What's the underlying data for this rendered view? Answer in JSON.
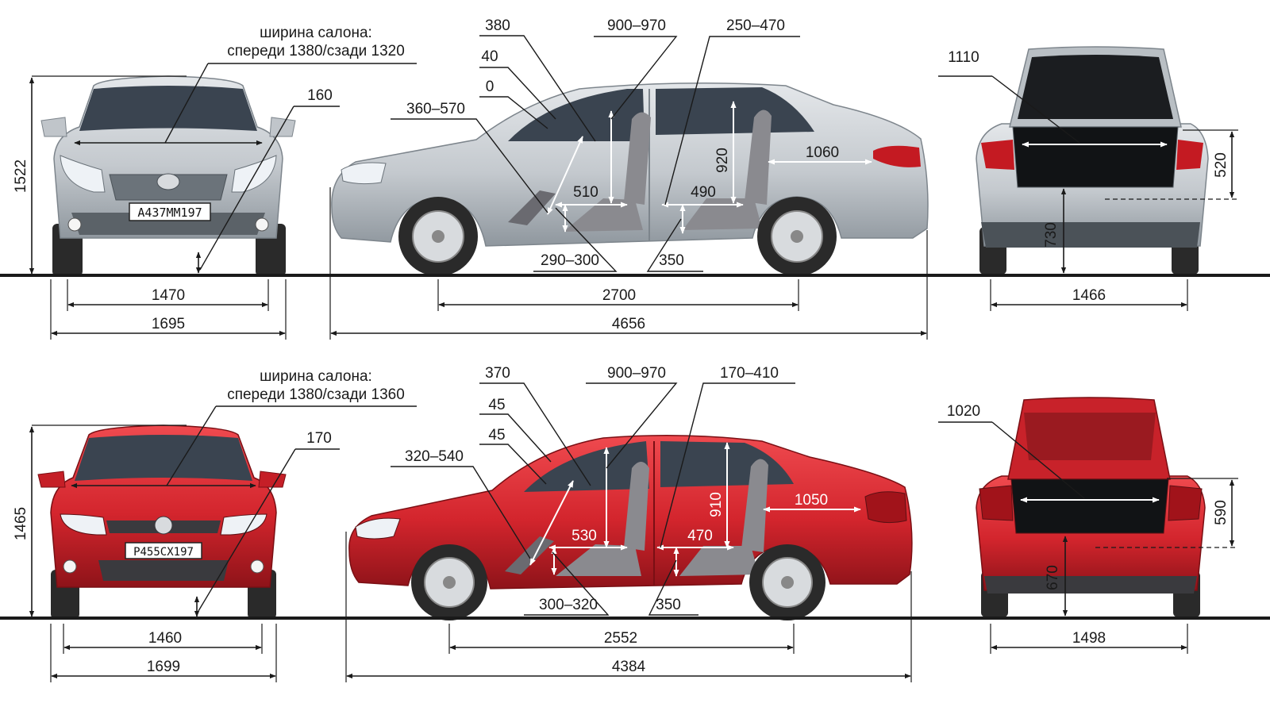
{
  "colors": {
    "silver_body": "#c9ced3",
    "silver_dark": "#8f979e",
    "red_body": "#d3252d",
    "red_dark": "#8e1319",
    "glass": "#3a4450",
    "tyre": "#2a2a2a",
    "rim": "#d8dbde",
    "seat": "#8a8a8f",
    "taillight": "#c41a22",
    "ink": "#1a1a1a"
  },
  "nissan": {
    "cabin_width_title": "ширина салона:",
    "cabin_width_values": "спереди 1380/сзади 1320",
    "plate": "А437ММ197",
    "front": {
      "height": "1522",
      "ground_clearance": "160",
      "track": "1470",
      "width": "1695"
    },
    "side": {
      "headroom_front": "380",
      "angle_a": "40",
      "angle_b": "0",
      "pedal_to_seat": "360–570",
      "front_seat_height": "900–970",
      "rear_legroom": "250–470",
      "rear_seat_height": "920",
      "boot_length": "1060",
      "front_cushion": "510",
      "rear_cushion": "490",
      "front_seat_floor": "290–300",
      "rear_seat_floor": "350",
      "wheelbase": "2700",
      "length": "4656"
    },
    "rear": {
      "boot_width": "1110",
      "boot_height": "520",
      "sill_height": "730",
      "track": "1466"
    }
  },
  "vw": {
    "cabin_width_title": "ширина салона:",
    "cabin_width_values": "спереди 1380/сзади 1360",
    "plate": "Р455СХ197",
    "front": {
      "height": "1465",
      "ground_clearance": "170",
      "track": "1460",
      "width": "1699"
    },
    "side": {
      "headroom_front": "370",
      "angle_a": "45",
      "angle_b": "45",
      "pedal_to_seat": "320–540",
      "front_seat_height": "900–970",
      "rear_legroom": "170–410",
      "rear_seat_height": "910",
      "boot_length": "1050",
      "front_cushion": "530",
      "rear_cushion": "470",
      "front_seat_floor": "300–320",
      "rear_seat_floor": "350",
      "wheelbase": "2552",
      "length": "4384"
    },
    "rear": {
      "boot_width": "1020",
      "boot_height": "590",
      "sill_height": "670",
      "track": "1498"
    }
  }
}
